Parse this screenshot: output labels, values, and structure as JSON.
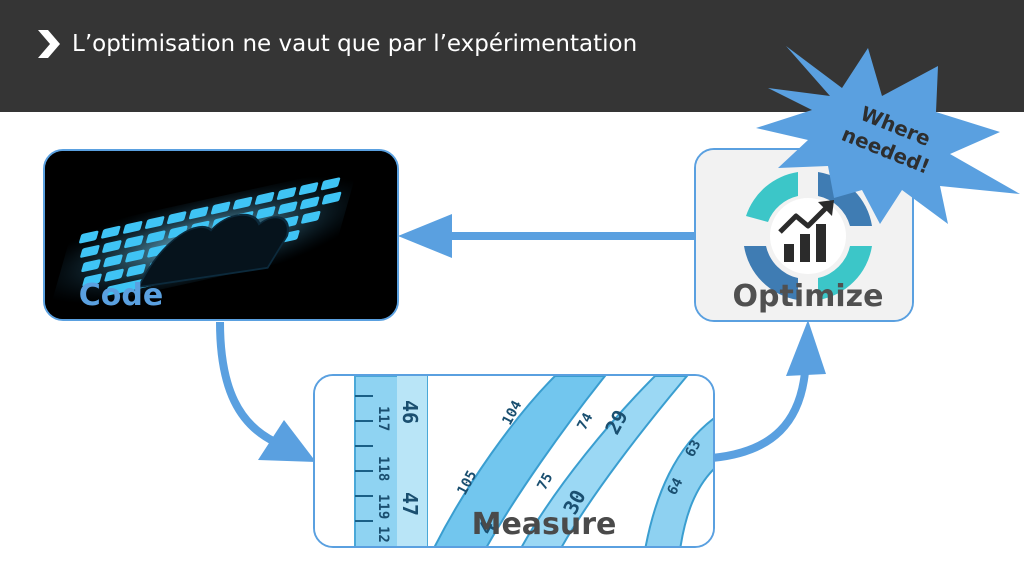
{
  "header": {
    "title": "L’optimisation ne vaut que par l’expérimentation",
    "icon": "chevron-right-icon"
  },
  "nodes": {
    "code": {
      "label": "Code",
      "image": "keyboard-hands-image"
    },
    "measure": {
      "label": "Measure",
      "image": "measuring-tape-image"
    },
    "optimize": {
      "label": "Optimize",
      "image": "growth-chart-icon"
    }
  },
  "callout": {
    "line1": "Where",
    "line2": "needed!"
  },
  "colors": {
    "header_bg": "#353535",
    "accent": "#5aa0e0",
    "callout": "#5aa0e0",
    "teal": "#3cc6c8",
    "steel_blue": "#3f7cb3"
  }
}
